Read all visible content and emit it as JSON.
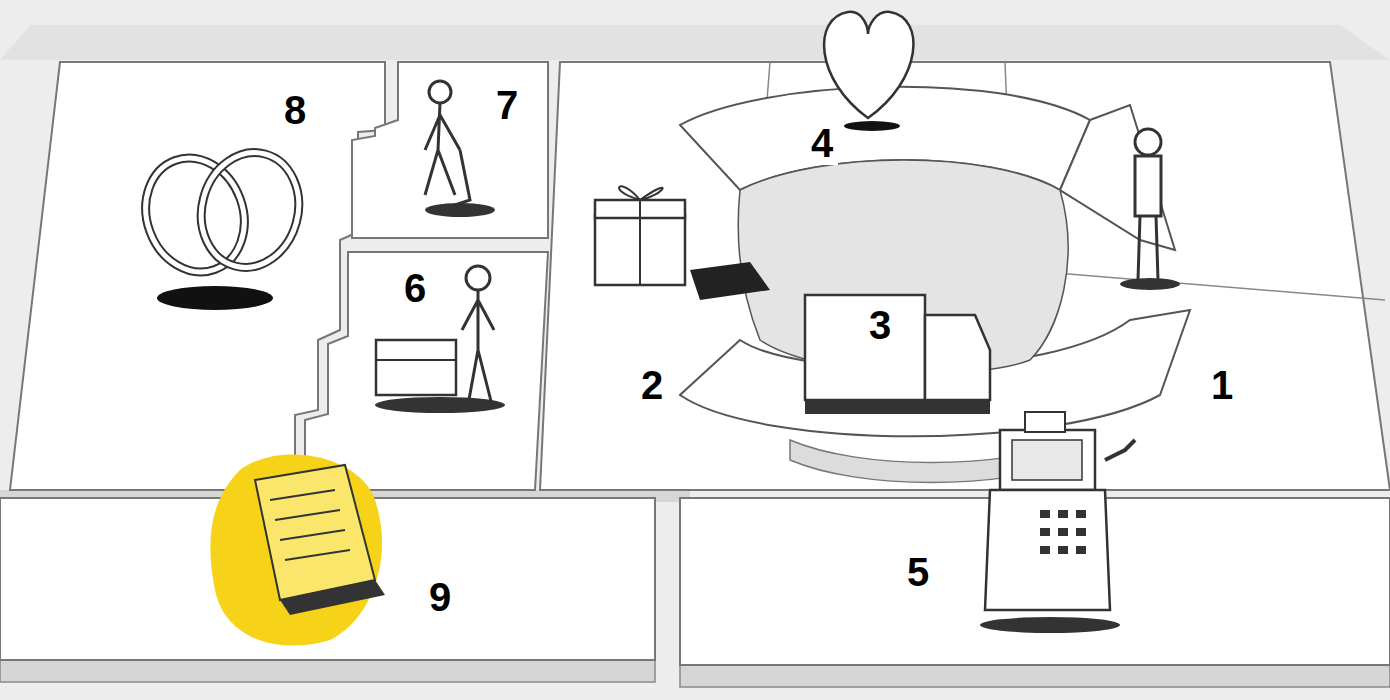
{
  "diagram": {
    "labels": [
      "8",
      "7",
      "4",
      "1",
      "6",
      "3",
      "2",
      "5",
      "9"
    ]
  }
}
